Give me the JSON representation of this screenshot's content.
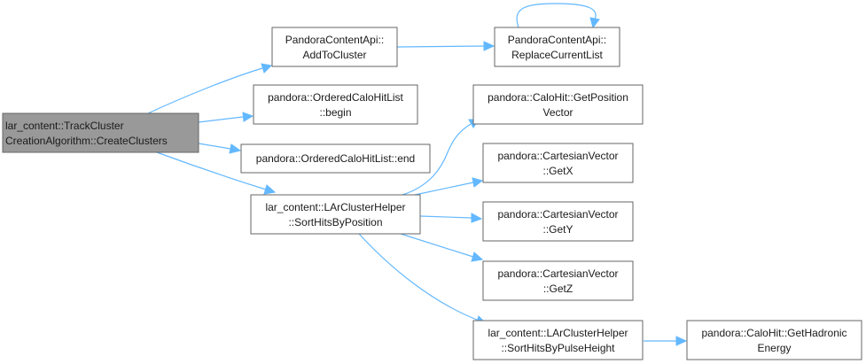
{
  "graph": {
    "nodes": {
      "create_clusters": {
        "line1": "lar_content::TrackCluster",
        "line2": "CreationAlgorithm::CreateClusters"
      },
      "add_to_cluster": {
        "line1": "PandoraContentApi::",
        "line2": "AddToCluster"
      },
      "replace_current_list": {
        "line1": "PandoraContentApi::",
        "line2": "ReplaceCurrentList"
      },
      "begin": {
        "line1": "pandora::OrderedCaloHitList",
        "line2": "::begin"
      },
      "end": {
        "line1": "pandora::OrderedCaloHitList::end"
      },
      "sort_hits_by_position": {
        "line1": "lar_content::LArClusterHelper",
        "line2": "::SortHitsByPosition"
      },
      "get_position_vector": {
        "line1": "pandora::CaloHit::GetPosition",
        "line2": "Vector"
      },
      "get_x": {
        "line1": "pandora::CartesianVector",
        "line2": "::GetX"
      },
      "get_y": {
        "line1": "pandora::CartesianVector",
        "line2": "::GetY"
      },
      "get_z": {
        "line1": "pandora::CartesianVector",
        "line2": "::GetZ"
      },
      "sort_hits_by_pulse_height": {
        "line1": "lar_content::LArClusterHelper",
        "line2": "::SortHitsByPulseHeight"
      },
      "get_hadronic_energy": {
        "line1": "pandora::CaloHit::GetHadronic",
        "line2": "Energy"
      }
    },
    "colors": {
      "root_fill": "#999999",
      "node_fill": "#ffffff",
      "node_border": "#666666",
      "edge": "#63b8ff"
    }
  }
}
